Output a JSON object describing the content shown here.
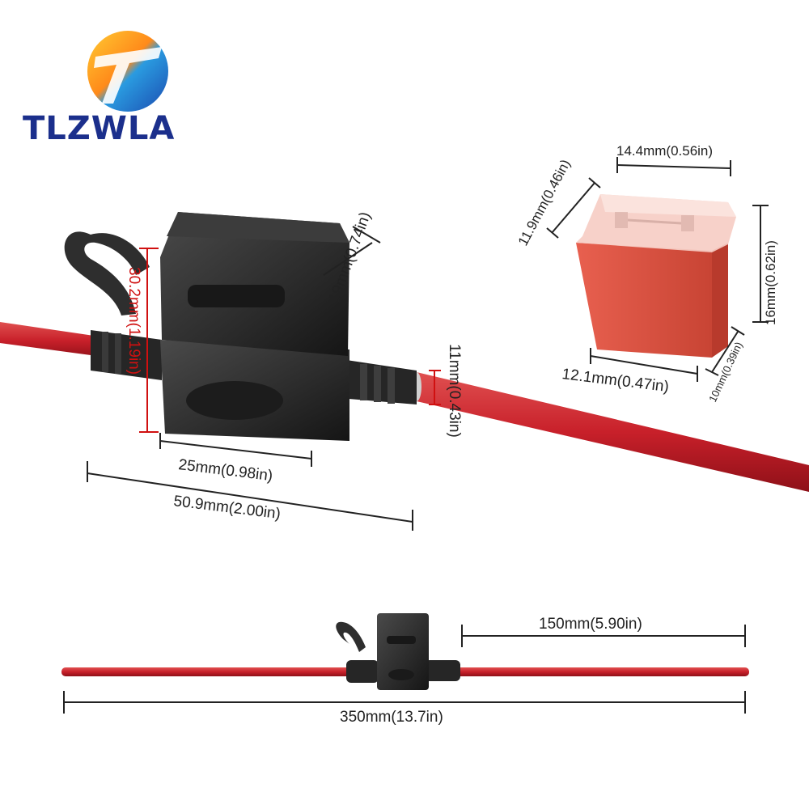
{
  "brand": {
    "name": "TLZWLA"
  },
  "colors": {
    "wire_red": "#c8202a",
    "holder_black": "#2b2b2b",
    "fuse_red": "#e05545",
    "dim_line_black": "#222222",
    "dim_line_red": "#d01010",
    "brand_blue": "#1b2f8c"
  },
  "holder_dimensions": {
    "height": "30.2mm(1.19in)",
    "cap_height": "19mm(0.74in)",
    "nozzle": "11mm(0.43in)",
    "body_width": "25mm(0.98in)",
    "total_length": "50.9mm(2.00in)"
  },
  "fuse_dimensions": {
    "top_width": "14.4mm(0.56in)",
    "depth": "11.9mm(0.46in)",
    "height": "16mm(0.62in)",
    "bottom_width": "12.1mm(0.47in)",
    "thickness": "10mm(0.39in)"
  },
  "wire_dimensions": {
    "lead": "150mm(5.90in)",
    "total": "350mm(13.7in)"
  }
}
